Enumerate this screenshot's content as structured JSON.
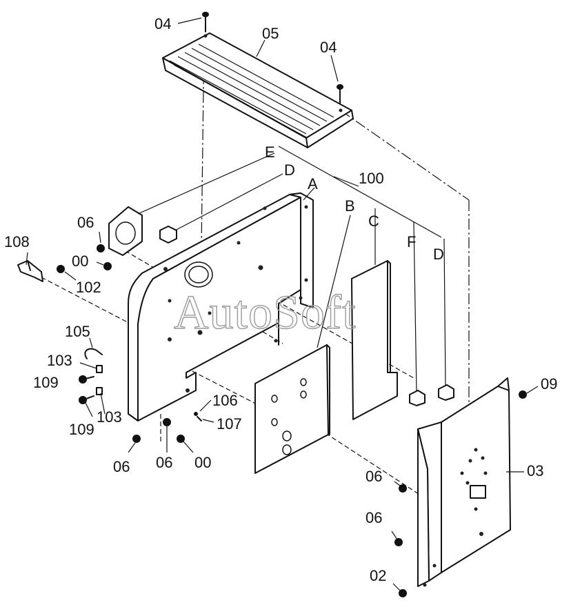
{
  "diagram": {
    "watermark": "AutoSoft",
    "labels": [
      "04",
      "05",
      "04",
      "E",
      "D",
      "A",
      "100",
      "B",
      "C",
      "F",
      "D",
      "06",
      "00",
      "108",
      "102",
      "105",
      "103",
      "109",
      "103",
      "109",
      "06",
      "06",
      "00",
      "106",
      "107",
      "09",
      "03",
      "06",
      "06",
      "02"
    ]
  }
}
